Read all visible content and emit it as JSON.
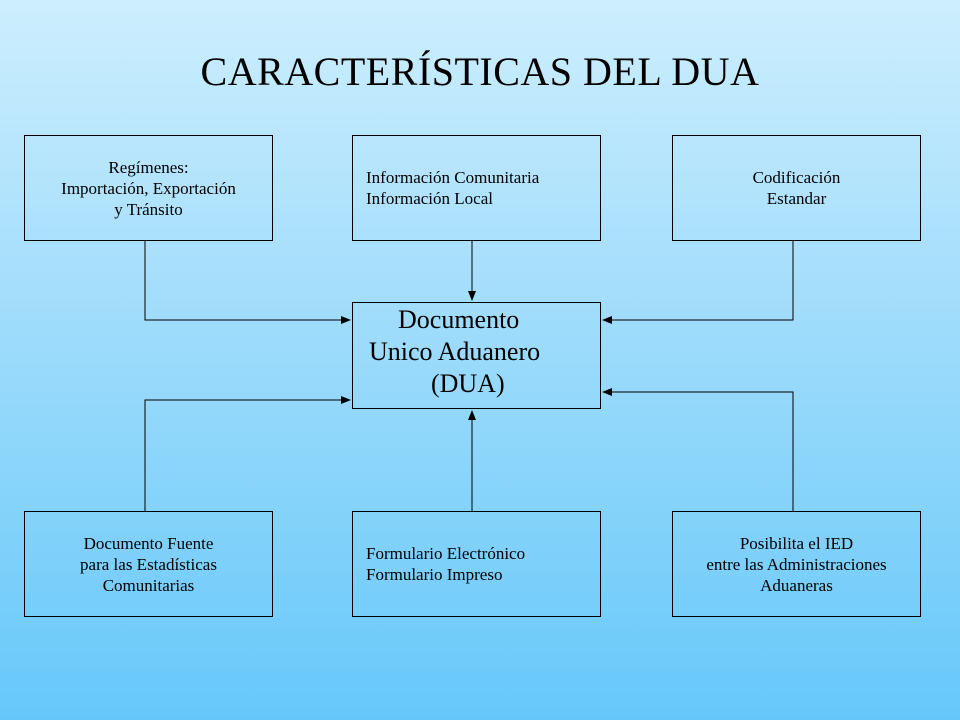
{
  "title": "CARACTERÍSTICAS DEL DUA",
  "boxes": {
    "regimenes": {
      "lines": [
        "Regímenes:",
        "Importación, Exportación",
        "y Tránsito"
      ]
    },
    "informacion": {
      "lines": [
        "Información Comunitaria",
        "Información Local"
      ]
    },
    "codificacion": {
      "lines": [
        "Codificación",
        "Estandar"
      ]
    },
    "dua": {
      "lines": [
        "Documento",
        "Unico Aduanero",
        "(DUA)"
      ]
    },
    "fuente": {
      "lines": [
        "Documento Fuente",
        "para las Estadísticas",
        "Comunitarias"
      ]
    },
    "formulario": {
      "lines": [
        "Formulario Electrónico",
        "Formulario Impreso"
      ]
    },
    "ied": {
      "lines": [
        "Posibilita el IED",
        "entre las Administraciones",
        "Aduaneras"
      ]
    }
  },
  "colors": {
    "background_top": "#cdeefe",
    "background_bottom": "#66c8fa",
    "stroke": "#000000"
  }
}
